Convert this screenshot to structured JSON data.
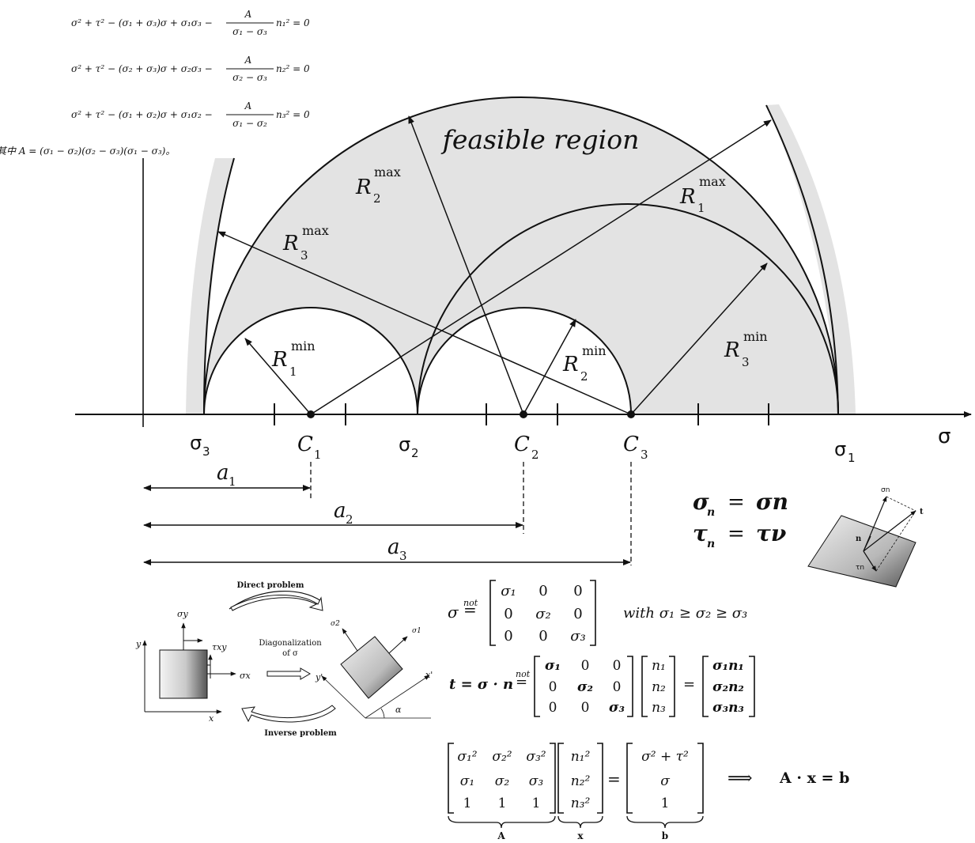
{
  "equations": {
    "eq1": {
      "lhs": "σ² + τ² − (σ₁ + σ₃)σ + σ₁σ₃ −",
      "frac_num": "A",
      "frac_den": "σ₁ − σ₃",
      "rhs": "n₁² = 0"
    },
    "eq2": {
      "lhs": "σ² + τ² − (σ₂ + σ₃)σ + σ₂σ₃ −",
      "frac_num": "A",
      "frac_den": "σ₂ − σ₃",
      "rhs": "n₂² = 0"
    },
    "eq3": {
      "lhs": "σ² + τ² − (σ₁ + σ₂)σ + σ₁σ₂ −",
      "frac_num": "A",
      "frac_den": "σ₁ − σ₂",
      "rhs": "n₃² = 0"
    },
    "where": "其中 A = (σ₁ − σ₂)(σ₂ − σ₃)(σ₁ − σ₃)。"
  },
  "mohr": {
    "feasible_label": "feasible region",
    "radii": {
      "R1max": {
        "base": "R",
        "sub": "1",
        "sup": "max"
      },
      "R2max": {
        "base": "R",
        "sub": "2",
        "sup": "max"
      },
      "R3max": {
        "base": "R",
        "sub": "3",
        "sup": "max"
      },
      "R1min": {
        "base": "R",
        "sub": "1",
        "sup": "min"
      },
      "R2min": {
        "base": "R",
        "sub": "2",
        "sup": "min"
      },
      "R3min": {
        "base": "R",
        "sub": "3",
        "sup": "min"
      }
    },
    "axis": {
      "sigma": "σ",
      "s3": {
        "base": "σ",
        "sub": "3"
      },
      "s2": {
        "base": "σ",
        "sub": "2"
      },
      "s1": {
        "base": "σ",
        "sub": "1"
      },
      "c1": {
        "base": "C",
        "sub": "1"
      },
      "c2": {
        "base": "C",
        "sub": "2"
      },
      "c3": {
        "base": "C",
        "sub": "3"
      }
    },
    "distances": {
      "a1": {
        "base": "a",
        "sub": "1"
      },
      "a2": {
        "base": "a",
        "sub": "2"
      },
      "a3": {
        "base": "a",
        "sub": "3"
      }
    }
  },
  "normal_shear": {
    "line1": {
      "lhs": "σ",
      "lhs_sub": "n",
      "eq": "=",
      "rhs": "σn"
    },
    "line2": {
      "lhs": "τ",
      "lhs_sub": "n",
      "eq": "=",
      "rhs": "τν"
    },
    "plane": {
      "sigma_n": "σn",
      "t": "t",
      "n": "n",
      "tau_n": "τn"
    }
  },
  "diagonalization": {
    "direct": "Direct problem",
    "inverse": "Inverse problem",
    "middle1": "Diagonalization",
    "middle2": "of σ",
    "left": {
      "sy": "σy",
      "tau": "τxy",
      "sx": "σx",
      "y": "y",
      "x": "x"
    },
    "right": {
      "s2": "σ2",
      "s1": "σ1",
      "yp": "y'",
      "xp": "x'",
      "alpha": "α"
    }
  },
  "matrices": {
    "sigma_def": {
      "lhs": "σ",
      "not": "not",
      "rows": [
        [
          "σ₁",
          "0",
          "0"
        ],
        [
          "0",
          "σ₂",
          "0"
        ],
        [
          "0",
          "0",
          "σ₃"
        ]
      ],
      "cond": "with σ₁ ≥ σ₂ ≥ σ₃"
    },
    "traction": {
      "lhs": "t = σ · n",
      "not": "not",
      "rows": [
        [
          "σ₁",
          "0",
          "0"
        ],
        [
          "0",
          "σ₂",
          "0"
        ],
        [
          "0",
          "0",
          "σ₃"
        ]
      ],
      "vec_n": [
        "n₁",
        "n₂",
        "n₃"
      ],
      "vec_res": [
        "σ₁n₁",
        "σ₂n₂",
        "σ₃n₃"
      ]
    },
    "system": {
      "A_rows": [
        [
          "σ₁²",
          "σ₂²",
          "σ₃²"
        ],
        [
          "σ₁",
          "σ₂",
          "σ₃"
        ],
        [
          "1",
          "1",
          "1"
        ]
      ],
      "x": [
        "n₁²",
        "n₂²",
        "n₃²"
      ],
      "b": [
        "σ² + τ²",
        "σ",
        "1"
      ],
      "labels": {
        "A": "A",
        "x": "x",
        "b": "b"
      },
      "implies": "⟹",
      "result": "A · x = b"
    }
  }
}
